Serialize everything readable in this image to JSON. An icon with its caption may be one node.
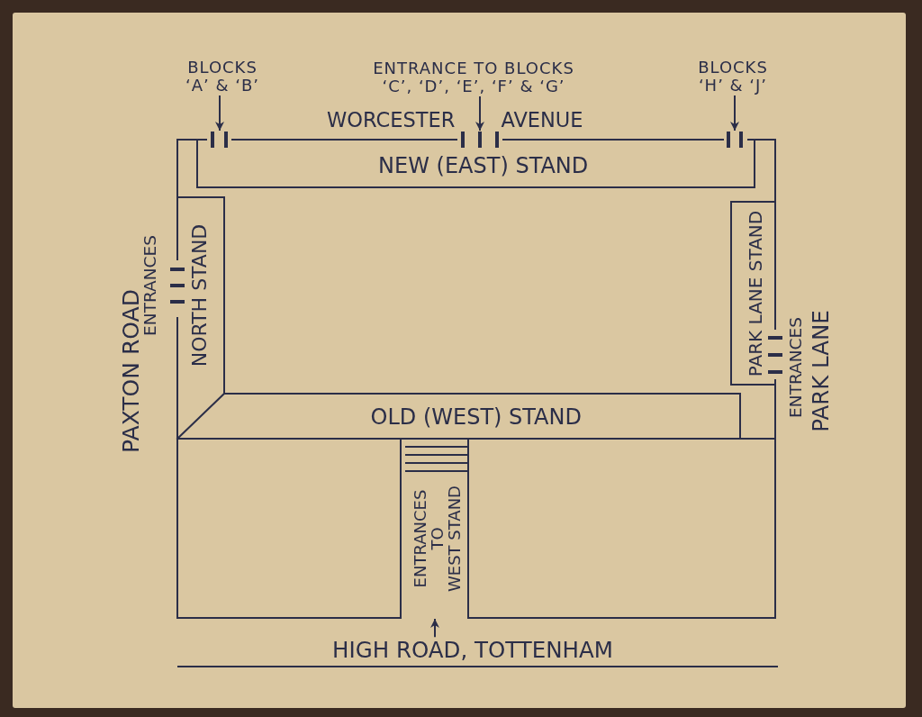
{
  "diagram": {
    "nodes": [
      {
        "text": [
          "BLOCKS ‘A’ & ‘B’"
        ]
      },
      {
        "text": [
          "ENTRANCE TO BLOCKS ‘C’, ‘D’, ‘E’, ‘F’ & ‘G’"
        ]
      },
      {
        "text": [
          "BLOCKS ‘H’ & ‘J’"
        ]
      },
      {
        "text": [],
        "shape": "bar"
      },
      {
        "text": [],
        "shape": "bar"
      },
      {
        "text": [],
        "shape": "bar"
      },
      {
        "text": [
          "NEW (EAST) STAND"
        ]
      },
      {
        "text": [
          "NORTH STAND"
        ]
      },
      {
        "text": [
          "PARK LANE STAND"
        ]
      },
      {
        "text": [
          "OLD (WEST) STAND"
        ]
      },
      {
        "text": [
          "ENTRANCES TO WEST STAND"
        ]
      },
      {
        "text": [
          "HIGH ROAD, TOTTENHAM"
        ]
      }
    ],
    "edges": [
      {
        "from": 0,
        "to": 3,
        "arrow": "to"
      },
      {
        "from": 1,
        "to": 4,
        "arrow": "to"
      },
      {
        "from": 2,
        "to": 5,
        "arrow": "to"
      },
      {
        "from": 11,
        "to": 10,
        "arrow": "to"
      }
    ],
    "labels": [
      "WORCESTER AVENUE",
      "PAXTON ROAD",
      "ENTRANCES",
      "ENTRANCES",
      "PARK LANE"
    ]
  }
}
